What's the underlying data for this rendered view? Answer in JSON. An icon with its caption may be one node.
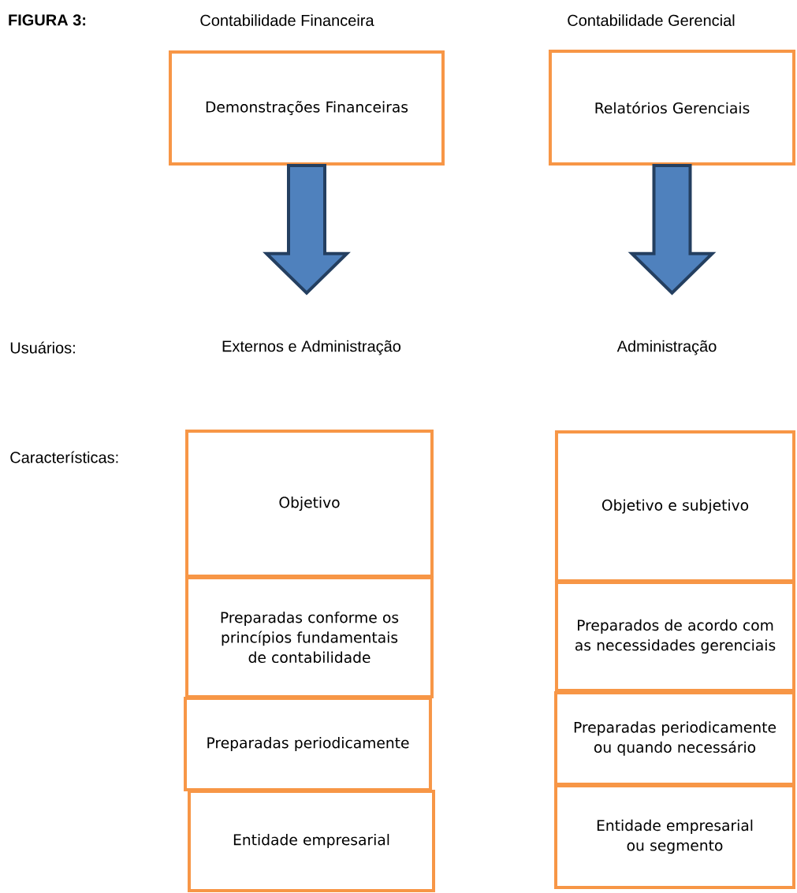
{
  "diagram": {
    "nodes": [
      {
        "text": [
          "Demonstrações Financeiras"
        ]
      },
      {
        "text": [
          "Relatórios Gerenciais"
        ]
      },
      {
        "text": [
          "Externos e Administração"
        ]
      },
      {
        "text": [
          "Administração"
        ]
      },
      {
        "text": [
          "Objetivo"
        ]
      },
      {
        "text": [
          "Preparadas conforme os princípios fundamentais de contabilidade"
        ]
      },
      {
        "text": [
          "Preparadas periodicamente"
        ]
      },
      {
        "text": [
          "Entidade empresarial"
        ]
      },
      {
        "text": [
          "Objetivo e subjetivo"
        ]
      },
      {
        "text": [
          "Preparados de acordo com as necessidades gerenciais"
        ]
      },
      {
        "text": [
          "Preparadas periodicamente ou quando necessário"
        ]
      },
      {
        "text": [
          "Entidade empresarial ou segmento"
        ]
      }
    ],
    "edges": [
      {
        "from": 0,
        "to": 2,
        "arrow": "to"
      },
      {
        "from": 1,
        "to": 3,
        "arrow": "to"
      }
    ],
    "labels": [
      "FIGURA 3:",
      "Contabilidade Financeira",
      "Contabilidade Gerencial",
      "Usuários:",
      "Características:"
    ]
  }
}
